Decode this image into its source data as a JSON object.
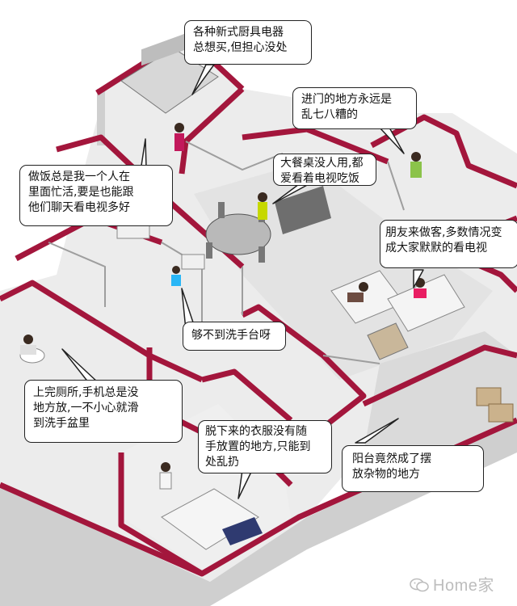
{
  "colors": {
    "wall_top": "#a3163c",
    "wall_side": "#d9d9d9",
    "floor": "#e9e9e9",
    "bubble_border": "#222222"
  },
  "callouts": {
    "kitchen_appliances": "各种新式厨具电器\n总想买,但担心没处",
    "entrance_mess": "进门的地方永远是\n乱七八糟的",
    "dining_table": "大餐桌没人用,都\n爱看着电视吃饭",
    "cooking_alone": "做饭总是我一个人在\n里面忙活,要是也能跟\n他们聊天看电视多好",
    "guests_tv": "朋友来做客,多数情况变\n成大家默默的看电视",
    "sink_reach": "够不到洗手台呀",
    "phone_bathroom": "上完厕所,手机总是没\n地方放,一不小心就滑\n到洗手盆里",
    "clothes": "脱下来的衣服没有随\n手放置的地方,只能到\n处乱扔",
    "balcony": "阳台竟然成了摆\n放杂物的地方"
  },
  "watermark": {
    "icon": "wechat-icon",
    "text": "Home家"
  }
}
